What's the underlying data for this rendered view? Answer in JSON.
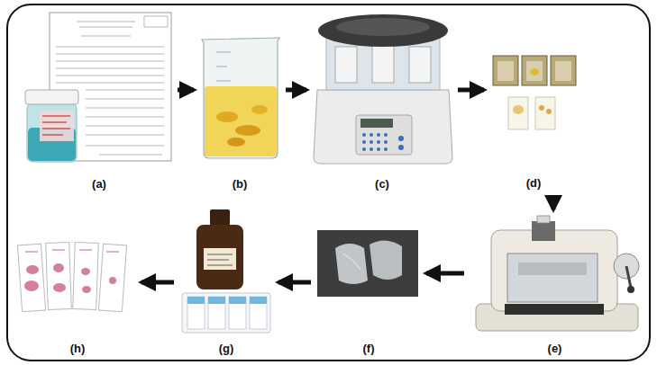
{
  "diagram": {
    "nodes": [
      {
        "text": [
          "(a)"
        ]
      },
      {
        "text": [
          "(b)"
        ]
      },
      {
        "text": [
          "(c)"
        ]
      },
      {
        "text": [
          "(d)"
        ]
      },
      {
        "text": [
          "(e)"
        ]
      },
      {
        "text": [
          "(f)"
        ]
      },
      {
        "text": [
          "(g)"
        ]
      },
      {
        "text": [
          "(h)"
        ]
      }
    ],
    "edges": [
      {
        "from": 0,
        "to": 1,
        "arrow": "to"
      },
      {
        "from": 1,
        "to": 2,
        "arrow": "to"
      },
      {
        "from": 2,
        "to": 3,
        "arrow": "to"
      },
      {
        "from": 3,
        "to": 4,
        "arrow": "to"
      },
      {
        "from": 4,
        "to": 5,
        "arrow": "to"
      },
      {
        "from": 5,
        "to": 6,
        "arrow": "to"
      },
      {
        "from": 6,
        "to": 7,
        "arrow": "to"
      }
    ]
  }
}
